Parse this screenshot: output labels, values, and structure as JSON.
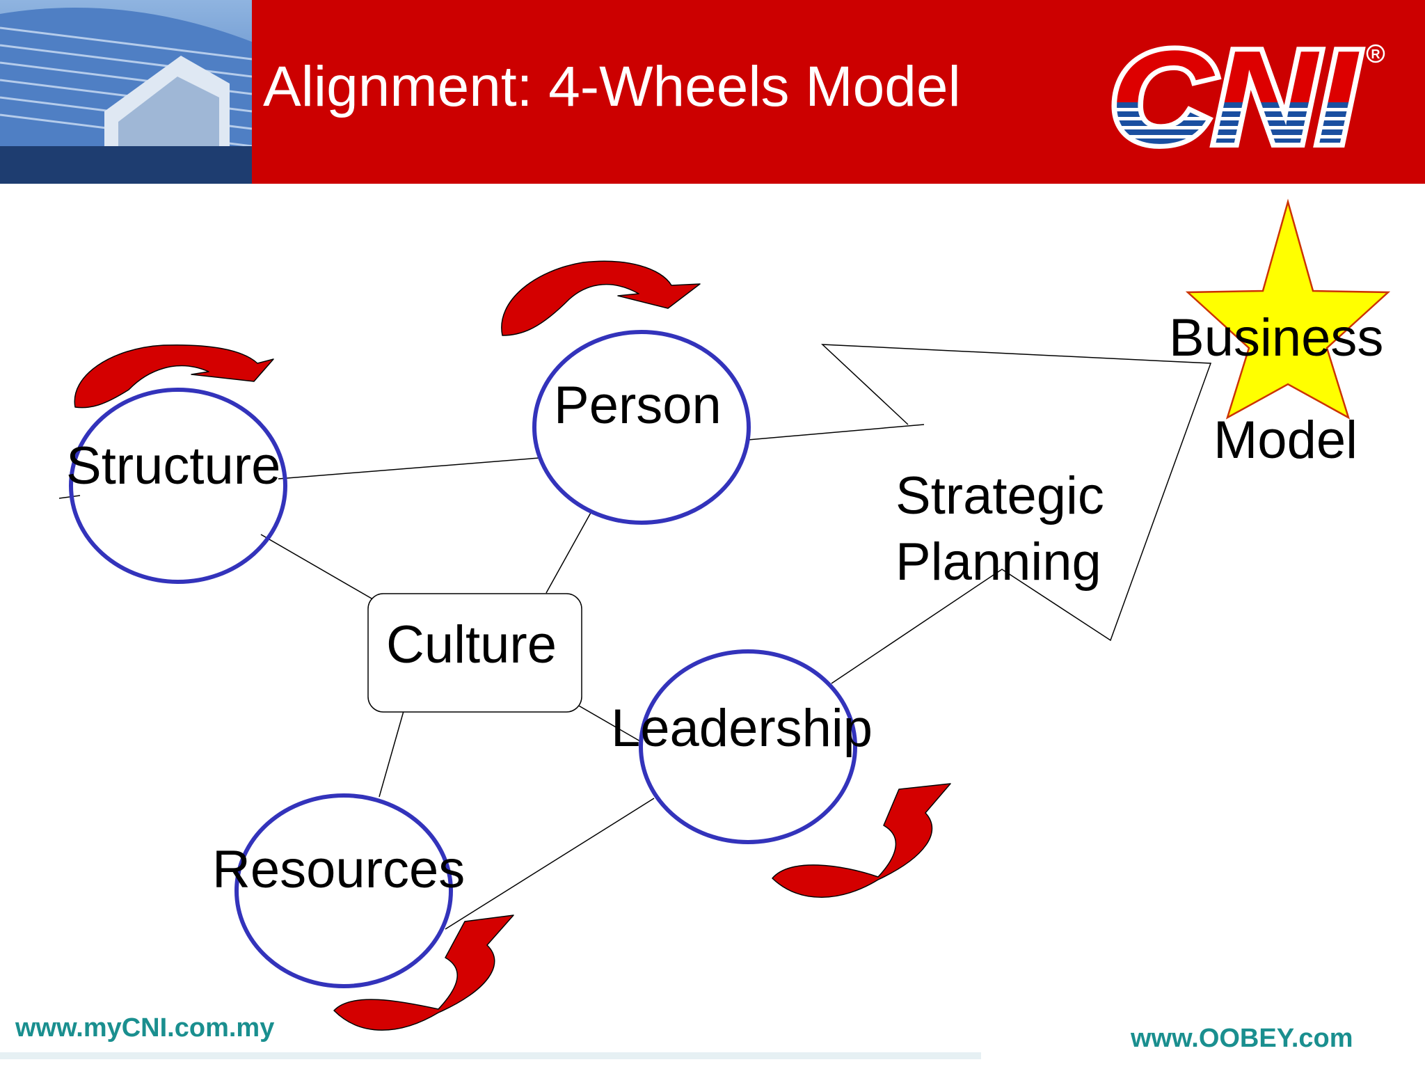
{
  "slide": {
    "title": "Alignment: 4-Wheels Model",
    "accent_color": "#cc0000",
    "circle_color": "#3333bb",
    "arrow_color": "#d40000",
    "star_color": "#ffff00"
  },
  "logo": {
    "text": "CNI",
    "registered_mark": "®"
  },
  "diagram": {
    "wheels": [
      {
        "id": "structure",
        "label": "Structure"
      },
      {
        "id": "person",
        "label": "Person"
      },
      {
        "id": "leadership",
        "label": "Leadership"
      },
      {
        "id": "resources",
        "label": "Resources"
      }
    ],
    "hub": {
      "label": "Culture"
    },
    "strategic_planning": {
      "line1": "Strategic",
      "line2": "Planning"
    },
    "business_model": {
      "line1": "Business",
      "line2": "Model"
    }
  },
  "footer": {
    "left_url": "www.myCNI.com.my",
    "right_url": "www.OOBEY.com"
  }
}
